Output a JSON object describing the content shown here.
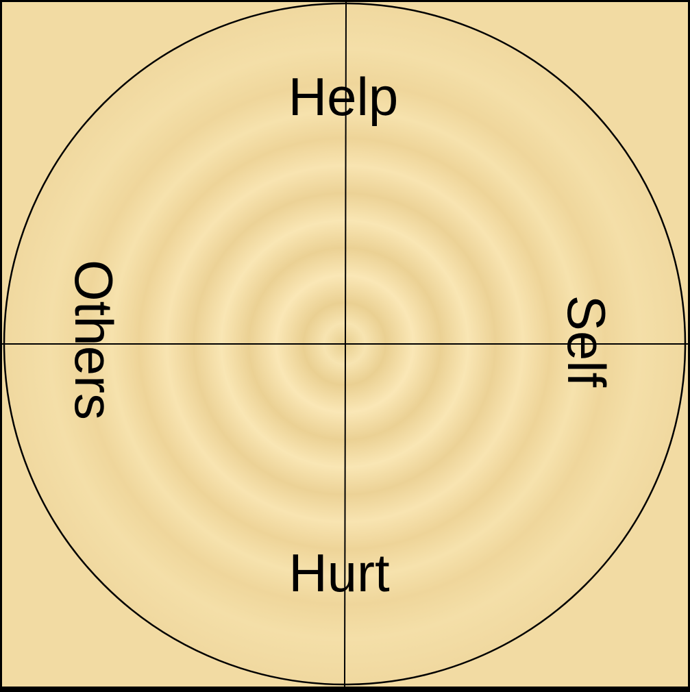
{
  "diagram": {
    "labels": {
      "top": "Help",
      "bottom": "Hurt",
      "left": "Others",
      "right": "Self"
    },
    "colors": {
      "background": "#f2dba3",
      "ripple_light": "#fae7b6",
      "ripple_dark": "#e9cf8e",
      "stroke": "#000000"
    }
  }
}
